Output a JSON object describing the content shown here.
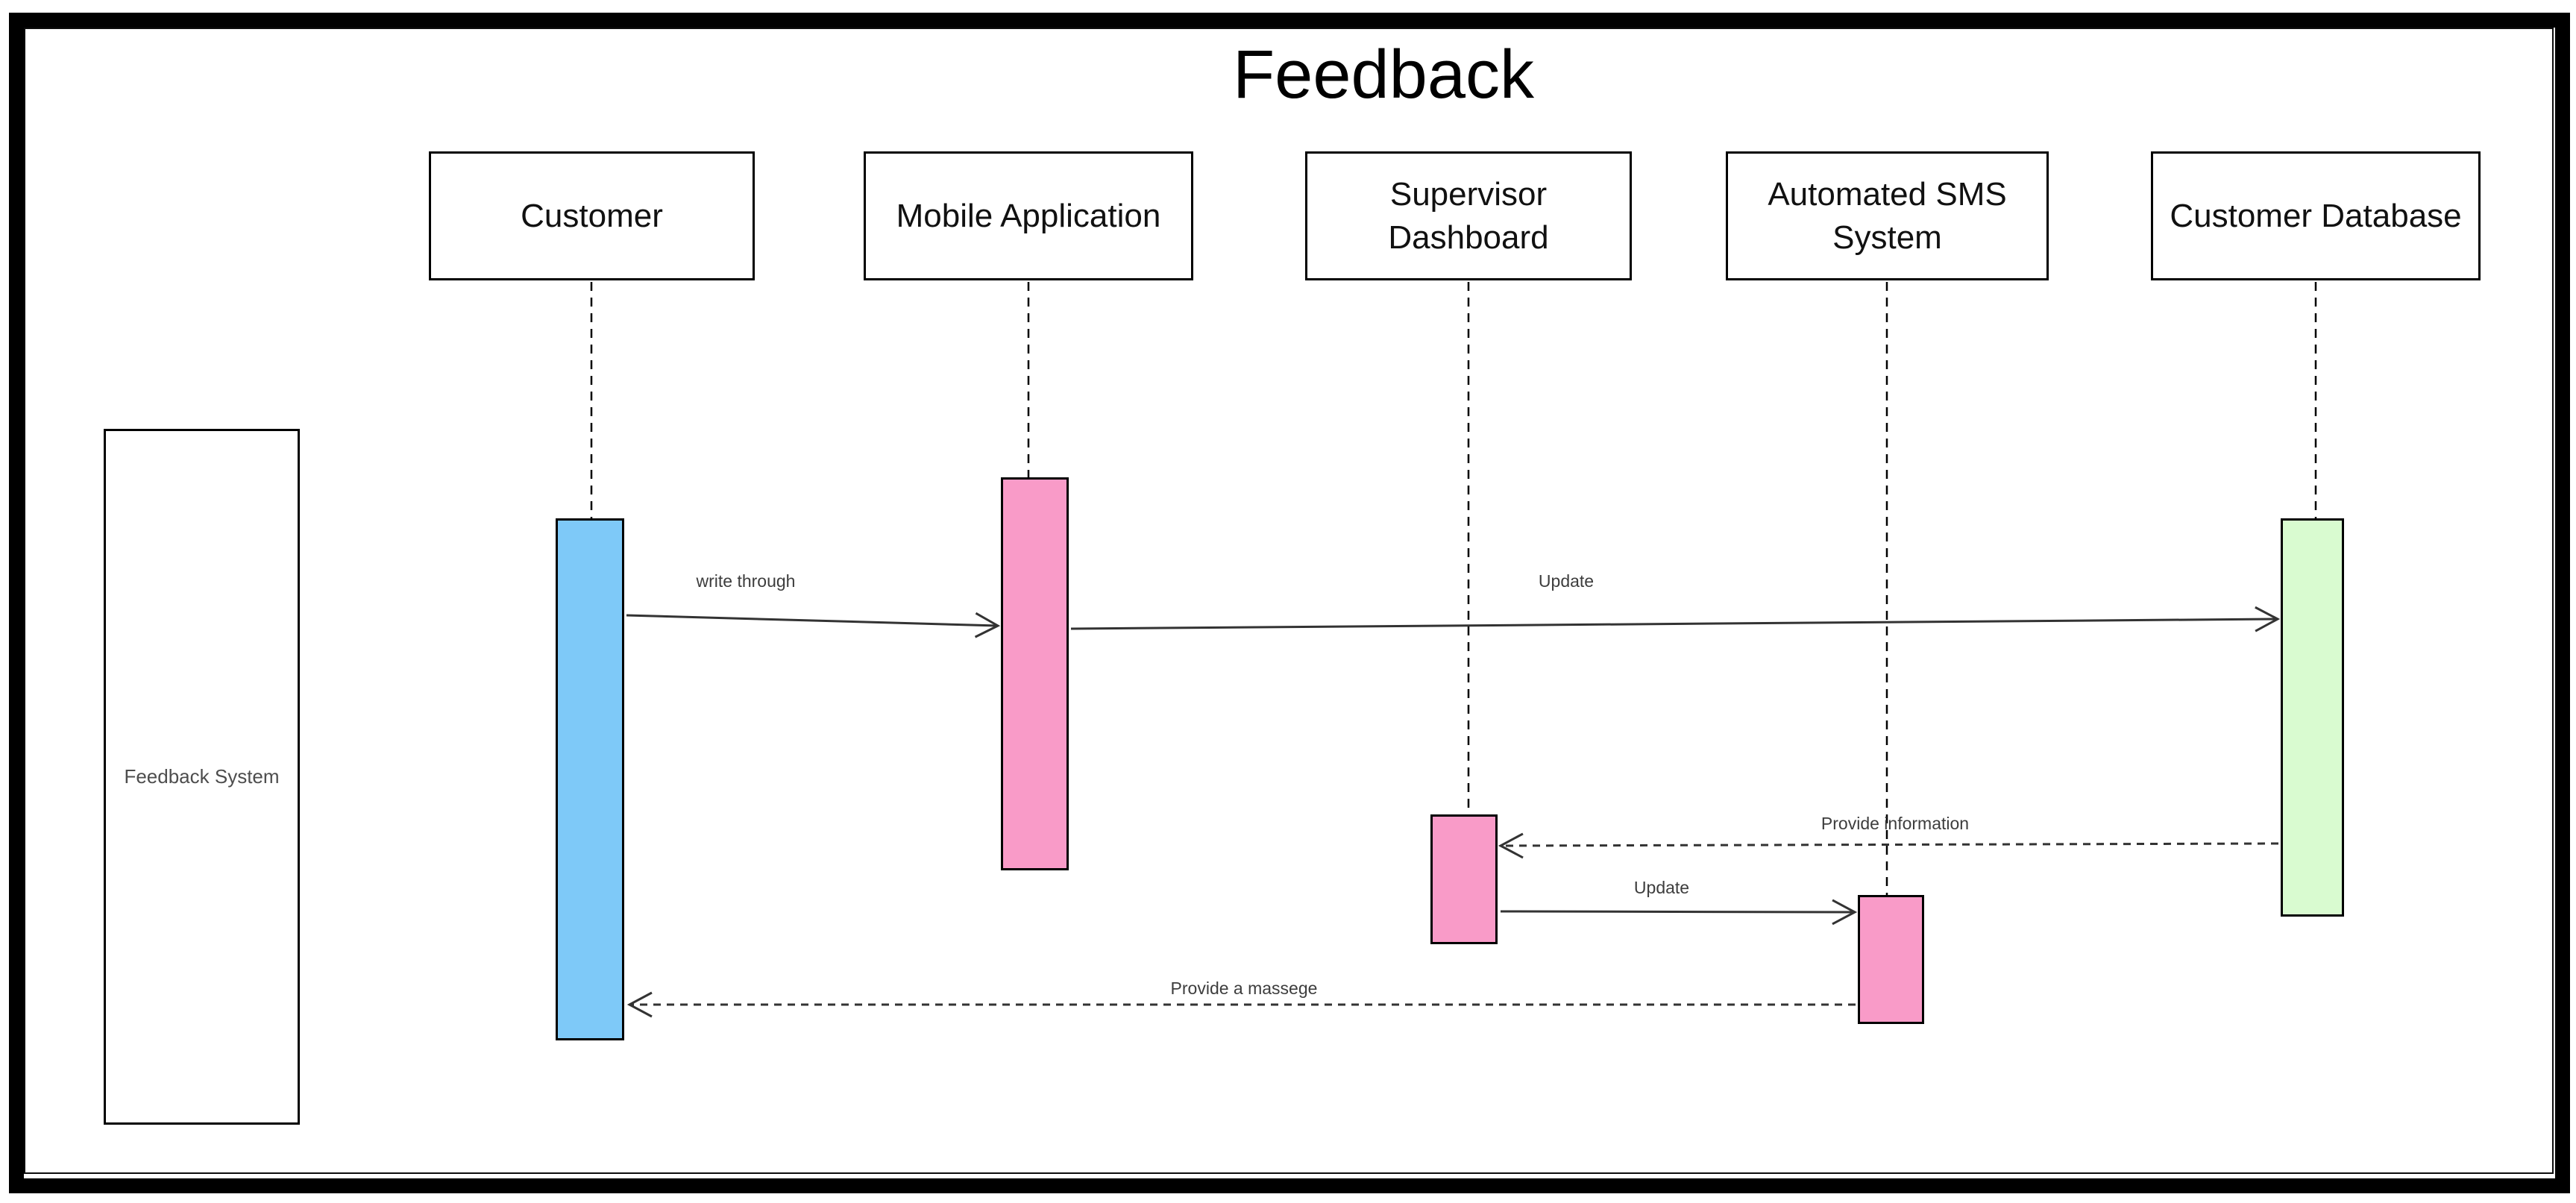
{
  "diagram": {
    "title": "Feedback",
    "type": "uml-sequence-diagram",
    "system_boundary": {
      "label": "Feedback System"
    },
    "actors": [
      {
        "id": "customer",
        "label": "Customer"
      },
      {
        "id": "mobile-application",
        "label": "Mobile Application"
      },
      {
        "id": "supervisor-dashboard",
        "label": "Supervisor Dashboard"
      },
      {
        "id": "automated-sms-system",
        "label": "Automated SMS System"
      },
      {
        "id": "customer-database",
        "label": "Customer Database"
      }
    ],
    "messages": [
      {
        "label": "write through",
        "from": "Customer",
        "to": "Mobile Application",
        "line": "solid"
      },
      {
        "label": "Update",
        "from": "Mobile Application",
        "to": "Customer Database",
        "line": "solid"
      },
      {
        "label": "Provide information",
        "from": "Customer Database",
        "to": "Supervisor Dashboard",
        "line": "dashed"
      },
      {
        "label": "Update",
        "from": "Supervisor Dashboard",
        "to": "Automated SMS System",
        "line": "solid"
      },
      {
        "label": "Provide a massege",
        "from": "Automated SMS System",
        "to": "Customer",
        "line": "dashed"
      }
    ],
    "colors": {
      "customer_bar": "#7ec9f8",
      "process_bar": "#f99bc8",
      "database_bar": "#d9fbd0",
      "line": "#333333",
      "frame": "#000000"
    }
  }
}
